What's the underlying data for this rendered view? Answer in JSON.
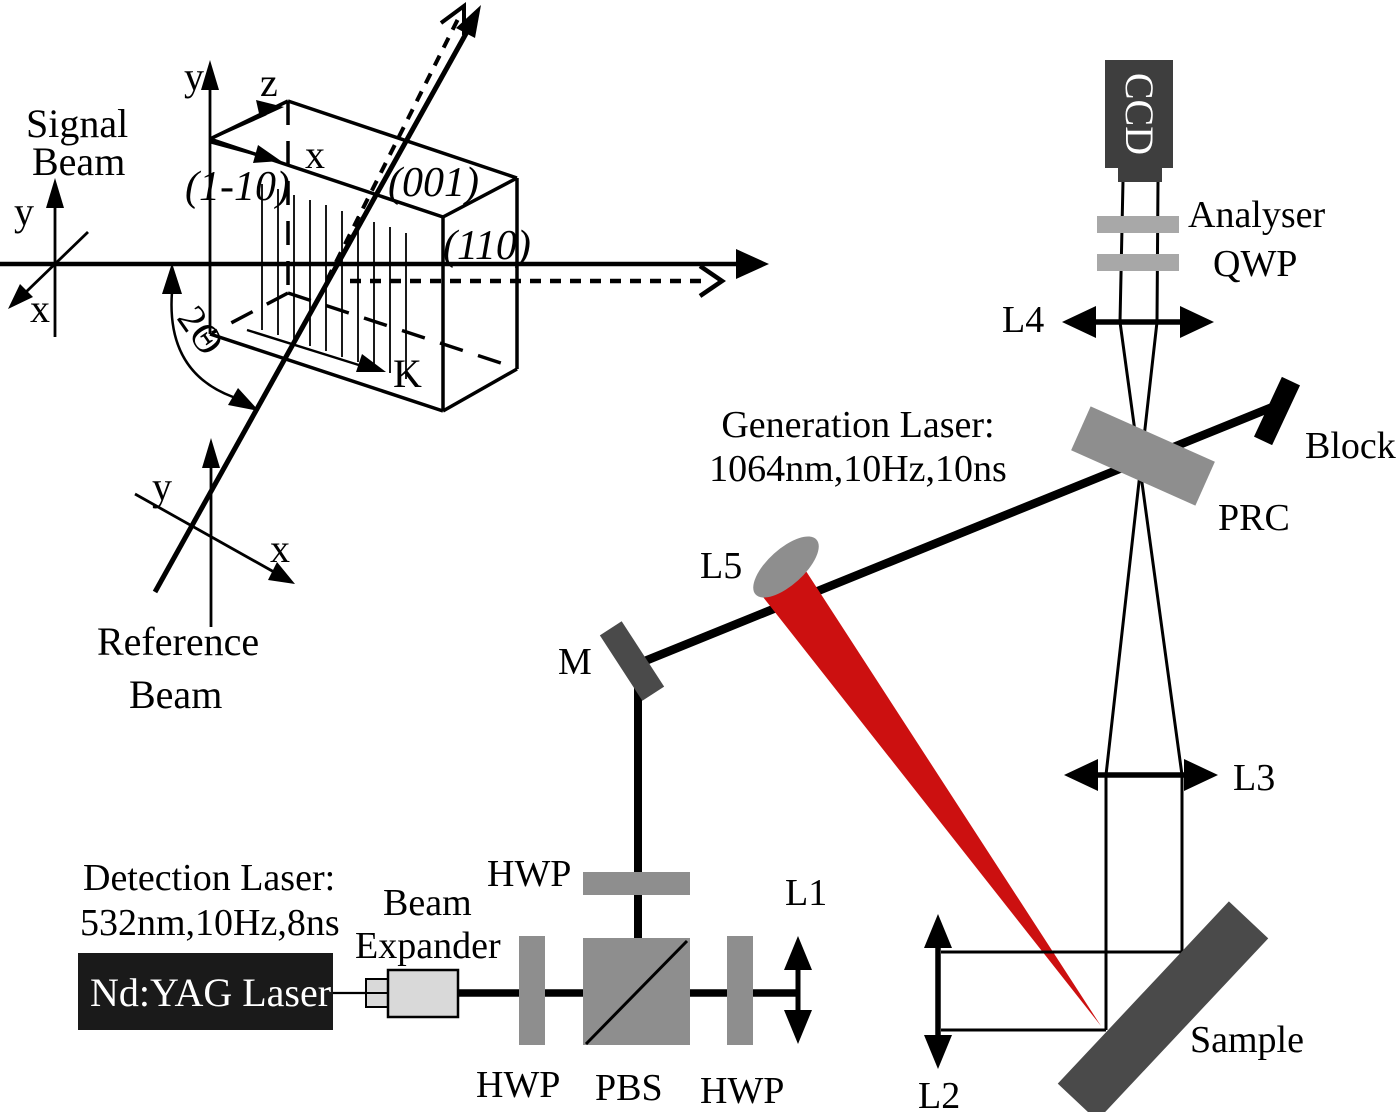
{
  "colors": {
    "ink": "#000000",
    "beam_red": "#cc1010",
    "optic_gray": "#8e8e8e",
    "light_gray": "#a8a8a8",
    "dark_gray": "#3e3e3e",
    "sample_gray": "#4a4a4a",
    "laser_box": "#1a1a1a",
    "expander_fill": "#d9d9d9",
    "background": "#ffffff"
  },
  "inset": {
    "signal_beam": {
      "line1": "Signal",
      "line2": "Beam",
      "axis_y": "y",
      "axis_x": "x"
    },
    "reference_beam": {
      "line1": "Reference",
      "line2": "Beam",
      "axis_y": "y",
      "axis_x": "x"
    },
    "crystal": {
      "axis_y": "y",
      "axis_z": "z",
      "axis_x": "x",
      "face_left": "(1-10)",
      "face_top": "(001)",
      "face_right": "(110)",
      "grating_vector": "K",
      "angle": "2Θ"
    }
  },
  "optics": {
    "ccd": "CCD",
    "analyser": "Analyser",
    "qwp": "QWP",
    "l4": "L4",
    "block": "Block",
    "prc": "PRC",
    "l3": "L3",
    "l2": "L2",
    "l1": "L1",
    "l5": "L5",
    "mirror": "M",
    "sample": "Sample",
    "hwp_top": "HWP",
    "hwp_left": "HWP",
    "pbs": "PBS",
    "hwp_right": "HWP",
    "beam_expander_line1": "Beam",
    "beam_expander_line2": "Expander",
    "nd_yag": "Nd:YAG Laser"
  },
  "annotations": {
    "generation_laser_line1": "Generation Laser:",
    "generation_laser_line2": "1064nm,10Hz,10ns",
    "detection_laser_line1": "Detection Laser:",
    "detection_laser_line2": "532nm,10Hz,8ns"
  }
}
